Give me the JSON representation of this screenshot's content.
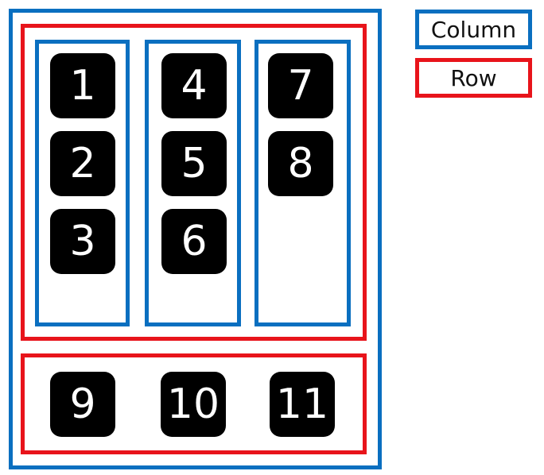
{
  "legend": {
    "column_label": "Column",
    "row_label": "Row",
    "column_color": "#0a6fc0",
    "row_color": "#e8141b"
  },
  "tiles": [
    "1",
    "2",
    "3",
    "4",
    "5",
    "6",
    "7",
    "8",
    "9",
    "10",
    "11"
  ]
}
